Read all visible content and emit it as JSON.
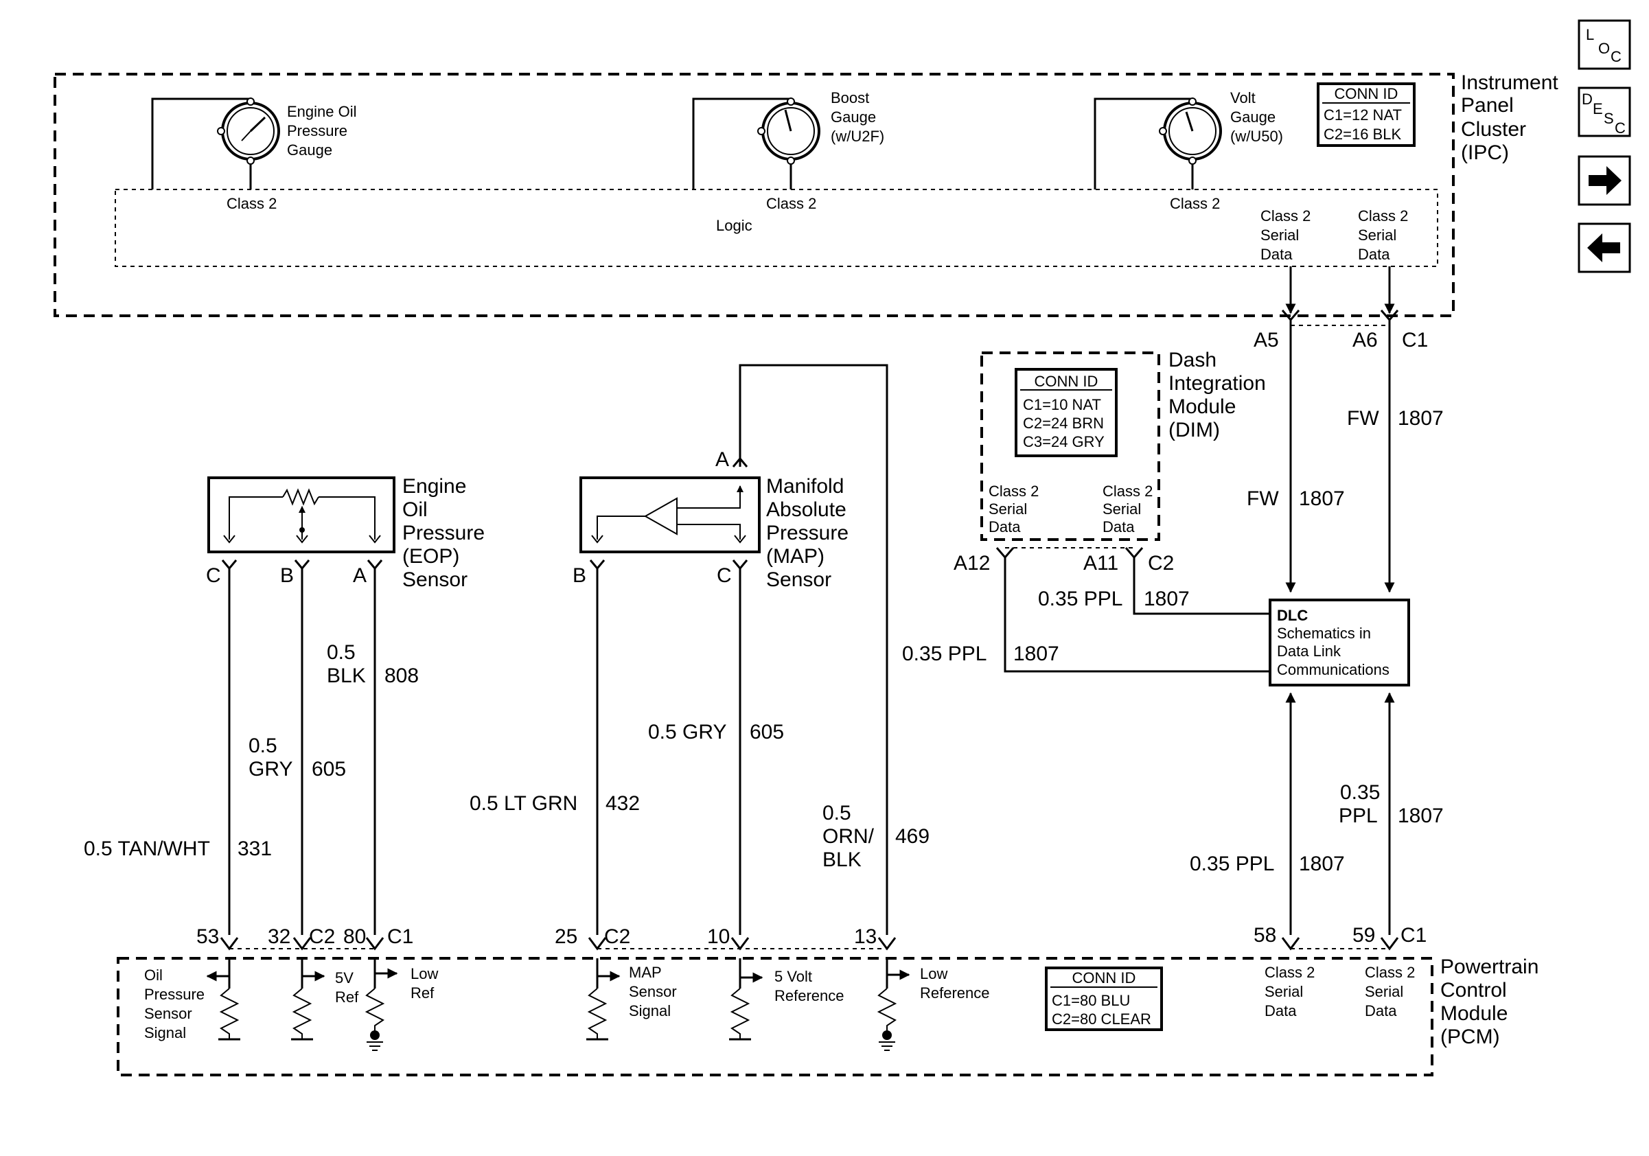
{
  "ipc": {
    "title": [
      "Instrument",
      "Panel",
      "Cluster",
      "(IPC)"
    ],
    "conn_id": {
      "header": "CONN ID",
      "rows": [
        "C1=12 NAT",
        "C2=16 BLK"
      ]
    },
    "logic": "Logic",
    "gauges": [
      {
        "name": [
          "Engine Oil",
          "Pressure",
          "Gauge"
        ],
        "bus": "Class 2"
      },
      {
        "name": [
          "Boost",
          "Gauge",
          "(w/U2F)"
        ],
        "bus": "Class 2"
      },
      {
        "name": [
          "Volt",
          "Gauge",
          "(w/U50)"
        ],
        "bus": "Class 2"
      }
    ],
    "serial_a": [
      "Class 2",
      "Serial",
      "Data"
    ],
    "serial_b": [
      "Class 2",
      "Serial",
      "Data"
    ],
    "pin_a": "A5",
    "pin_b": "A6",
    "conn_b": "C1"
  },
  "nav": {
    "loc": [
      "L",
      "O",
      "C"
    ],
    "desc": [
      "D",
      "E",
      "S",
      "C"
    ]
  },
  "dim": {
    "title": [
      "Dash",
      "Integration",
      "Module",
      "(DIM)"
    ],
    "conn_id": {
      "header": "CONN ID",
      "rows": [
        "C1=10 NAT",
        "C2=24 BRN",
        "C3=24 GRY"
      ]
    },
    "serial_a": [
      "Class 2",
      "Serial",
      "Data"
    ],
    "serial_b": [
      "Class 2",
      "Serial",
      "Data"
    ],
    "pin_a": "A12",
    "pin_b": "A11",
    "conn_b": "C2"
  },
  "eop": {
    "title": [
      "Engine",
      "Oil",
      "Pressure",
      "(EOP)",
      "Sensor"
    ],
    "pin_c": "C",
    "pin_b": "B",
    "pin_a": "A"
  },
  "map": {
    "title": [
      "Manifold",
      "Absolute",
      "Pressure",
      "(MAP)",
      "Sensor"
    ],
    "pin_b": "B",
    "pin_c": "C",
    "pin_a": "A"
  },
  "dlc": {
    "lines": [
      "DLC",
      "Schematics in",
      "Data Link",
      "Communications"
    ]
  },
  "wires": {
    "eop_c": {
      "size": "0.5 TAN/WHT",
      "circuit": "331"
    },
    "eop_b": {
      "size": [
        "0.5",
        "GRY"
      ],
      "circuit": "605"
    },
    "eop_a": {
      "size": [
        "0.5",
        "BLK"
      ],
      "circuit": "808"
    },
    "map_b": {
      "size": "0.5 LT GRN",
      "circuit": "432"
    },
    "map_c": {
      "size": "0.5 GRY",
      "circuit": "605"
    },
    "map_a": {
      "size": [
        "0.5",
        "ORN/",
        "BLK"
      ],
      "circuit": "469"
    },
    "ipc_a6": {
      "size": "FW",
      "circuit": "1807"
    },
    "ipc_a5": {
      "size": "FW",
      "circuit": "1807"
    },
    "dim_a11": {
      "size": "0.35 PPL",
      "circuit": "1807"
    },
    "dim_a12": {
      "size": "0.35 PPL",
      "circuit": "1807"
    },
    "pcm_58": {
      "size": "0.35 PPL",
      "circuit": "1807"
    },
    "pcm_59": {
      "size": [
        "0.35",
        "PPL"
      ],
      "circuit": "1807"
    }
  },
  "pcm": {
    "title": [
      "Powertrain",
      "Control",
      "Module",
      "(PCM)"
    ],
    "conn_id": {
      "header": "CONN ID",
      "rows": [
        "C1=80 BLU",
        "C2=80 CLEAR"
      ]
    },
    "pins": {
      "p53": "53",
      "p32": "32",
      "c2a": "C2",
      "p80": "80",
      "c1a": "C1",
      "p25": "25",
      "c2b": "C2",
      "p10": "10",
      "p13": "13",
      "p58": "58",
      "p59": "59",
      "c1b": "C1"
    },
    "circuits": {
      "oil": [
        "Oil",
        "Pressure",
        "Sensor",
        "Signal"
      ],
      "ref5v": [
        "5V",
        "Ref"
      ],
      "lowref": [
        "Low",
        "Ref"
      ],
      "map": [
        "MAP",
        "Sensor",
        "Signal"
      ],
      "ref5": [
        "5 Volt",
        "Reference"
      ],
      "lowrefb": [
        "Low",
        "Reference"
      ]
    },
    "serial_a": [
      "Class 2",
      "Serial",
      "Data"
    ],
    "serial_b": [
      "Class 2",
      "Serial",
      "Data"
    ]
  }
}
